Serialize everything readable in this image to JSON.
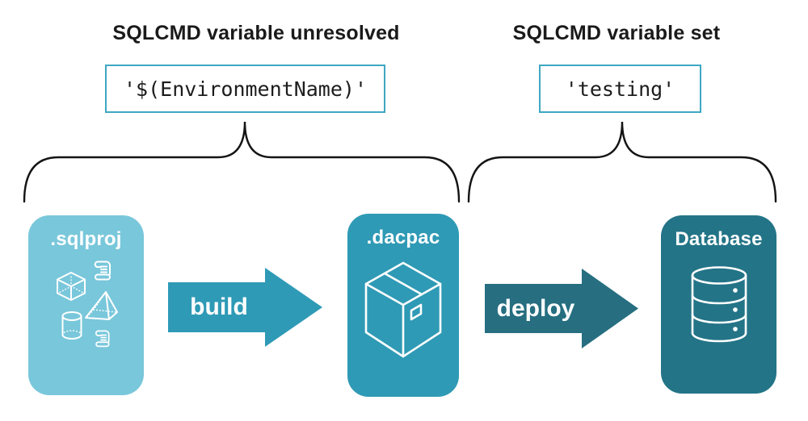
{
  "annotations": {
    "unresolved": {
      "heading": "SQLCMD variable unresolved",
      "code": "'$(EnvironmentName)'"
    },
    "set": {
      "heading": "SQLCMD variable set",
      "code": "'testing'"
    }
  },
  "pipeline": {
    "nodes": [
      {
        "id": "sqlproj",
        "label": ".sqlproj",
        "color": "#79C7DB",
        "icons": [
          "scroll-icon",
          "cube-icon",
          "pyramid-icon",
          "cylinder-icon",
          "scroll-icon"
        ]
      },
      {
        "id": "dacpac",
        "label": ".dacpac",
        "color": "#2F9AB5",
        "icons": [
          "package-icon"
        ]
      },
      {
        "id": "database",
        "label": "Database",
        "color": "#237487",
        "icons": [
          "database-icon"
        ]
      }
    ],
    "arrows": [
      {
        "label": "build",
        "color": "#2E9AB6"
      },
      {
        "label": "deploy",
        "color": "#266E80"
      }
    ]
  },
  "colors": {
    "background": "#FFFFFF",
    "code_box_border": "#3FA7C3",
    "heading_text": "#1A1A1A",
    "code_text": "#1C1C1C",
    "brace": "#141414",
    "node_label": "#FFFFFF",
    "icon_stroke": "#FFFFFF"
  }
}
